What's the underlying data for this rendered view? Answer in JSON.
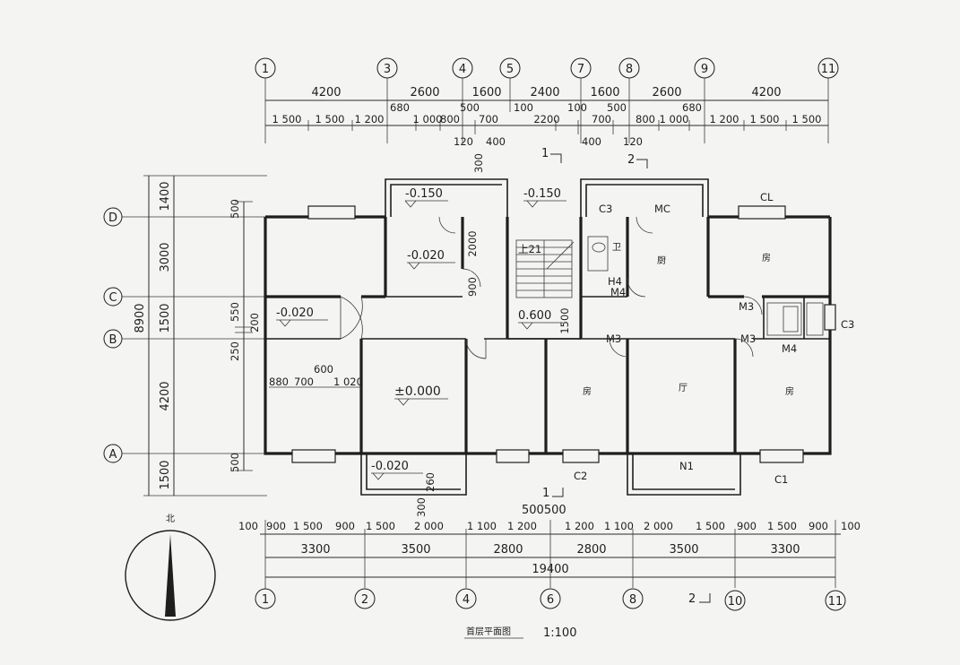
{
  "drawing": {
    "title": "首层平面图",
    "scale": "1:100",
    "north": "北"
  },
  "axes_top": [
    "1",
    "3",
    "4",
    "5",
    "7",
    "8",
    "9",
    "11"
  ],
  "axes_bottom": [
    "1",
    "2",
    "4",
    "6",
    "8",
    "10",
    "11"
  ],
  "axes_left": [
    "D",
    "C",
    "B",
    "A"
  ],
  "dims_top_row1": [
    "4200",
    "2600",
    "1600",
    "2400",
    "1600",
    "2600",
    "4200"
  ],
  "dims_top_row2": [
    "1 500",
    "1 500",
    "1 200",
    "1 000",
    "800",
    "700",
    "2200",
    "700",
    "800",
    "1 000",
    "1 200",
    "1 500",
    "1 500"
  ],
  "dims_top_extra": [
    "680",
    "500",
    "100",
    "100",
    "500",
    "680",
    "120",
    "400",
    "400",
    "120"
  ],
  "dims_left_outer": [
    "1400",
    "3000",
    "1500",
    "4200",
    "1500"
  ],
  "dims_left_total": "8900",
  "dims_left_inner": [
    "500",
    "550",
    "200",
    "250",
    "500"
  ],
  "dims_bottom_row1": [
    "100",
    "900",
    "1 500",
    "900",
    "1 500",
    "2 000",
    "1 100",
    "1 200",
    "1 200",
    "1 100",
    "2 000",
    "1 500",
    "900",
    "1 500",
    "900",
    "100"
  ],
  "dims_bottom_mid": "500500",
  "dims_bottom_row2": [
    "3300",
    "3500",
    "2800",
    "2800",
    "3500",
    "3300"
  ],
  "dims_bottom_total": "19400",
  "elevations": [
    "-0.150",
    "-0.150",
    "-0.020",
    "-0.020",
    "±0.000",
    "-0.020",
    "0.600"
  ],
  "stair_label": "上21",
  "stair_dims": [
    "2000",
    "900",
    "1500",
    "300",
    "260",
    "300"
  ],
  "interior_dims": [
    "880",
    "700",
    "600",
    "1 020"
  ],
  "window_door_labels": [
    "C3",
    "MC",
    "CL",
    "M4",
    "H4",
    "M3",
    "M3",
    "M3",
    "C3",
    "M4",
    "C2",
    "N1",
    "C1"
  ],
  "room_labels": [
    "卫",
    "厨",
    "房",
    "房",
    "厅",
    "房"
  ],
  "section_marks": [
    "1",
    "2",
    "1",
    "2"
  ]
}
